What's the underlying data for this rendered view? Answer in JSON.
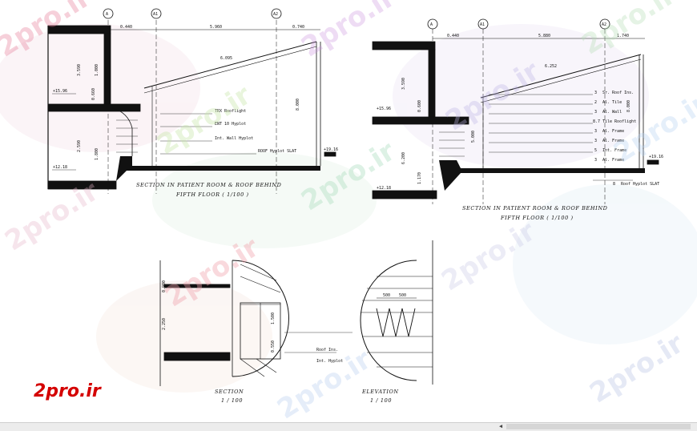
{
  "watermark": "2pro.ir",
  "logo": "2pro.ir",
  "drawings": {
    "left_section": {
      "caption_line1": "SECTION IN PATIENT ROOM & ROOF BEHIND",
      "caption_line2": "FIFTH FLOOR ( 1/100 )",
      "grid_labels": [
        "A",
        "A1",
        "A2"
      ],
      "top_dims": [
        "0.440",
        "5.960",
        "0.740"
      ],
      "slope_dim": "6.095",
      "vertical_dims": [
        "3.590",
        "1.000",
        "8.000",
        "0.660",
        "2.590",
        "1.800"
      ],
      "level_labels": [
        "+15.96",
        "+12.18"
      ],
      "notes": [
        "TRX Rooflight",
        "ENT 10 Hyplot",
        "Int. Wall Hyplot",
        "ROOF Hyplot SLAT"
      ],
      "end_mark": "+19.16"
    },
    "right_section": {
      "caption_line1": "SECTION IN PATIENT ROOM & ROOF BEHIND",
      "caption_line2": "FIFTH FLOOR ( 1/100 )",
      "grid_labels": [
        "A",
        "A1",
        "A2"
      ],
      "top_dims": [
        "0.440",
        "5.880",
        "1.740"
      ],
      "slope_dim": "6.252",
      "vertical_dims": [
        "3.590",
        "8.000",
        "0.600",
        "5.000",
        "1.170",
        "6.200"
      ],
      "level_labels": [
        "+15.96",
        "+12.18",
        "+19.16"
      ],
      "legend_numbers": [
        "3",
        "2",
        "3",
        "8.7",
        "3",
        "3",
        "5",
        "3",
        "8"
      ],
      "legend_texts": [
        "Sr. Roof Ins.",
        "Al. Tile",
        "Al. Wall",
        "Tile Rooflight",
        "Al. Frame",
        "Al. Frame",
        "Int. Frame",
        "Al. Frame",
        "Roof Hyplot SLAT"
      ]
    },
    "detail_section": {
      "caption_line1": "SECTION",
      "caption_line2": "1 / 100",
      "dims": [
        "1.500",
        "0.550",
        "2.250",
        "0.900"
      ],
      "notes": [
        "Roof Ins.",
        "Int. Hyplot"
      ]
    },
    "detail_elevation": {
      "caption_line1": "ELEVATION",
      "caption_line2": "1 / 100",
      "dims": [
        "500",
        "500"
      ]
    }
  }
}
